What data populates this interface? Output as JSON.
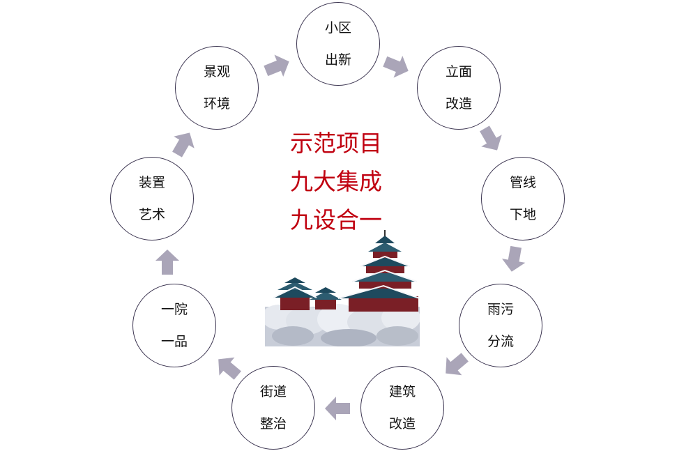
{
  "colors": {
    "circle_border": "#3b3450",
    "arrow_fill": "#aaa5b8",
    "title_red": "#c00010"
  },
  "center_title": [
    "示范项目",
    "九大集成",
    "九设合一"
  ],
  "nodes": [
    {
      "line1": "小区",
      "line2": "出新"
    },
    {
      "line1": "立面",
      "line2": "改造"
    },
    {
      "line1": "管线",
      "line2": "下地"
    },
    {
      "line1": "雨污",
      "line2": "分流"
    },
    {
      "line1": "建筑",
      "line2": "改造"
    },
    {
      "line1": "街道",
      "line2": "整治"
    },
    {
      "line1": "一院",
      "line2": "一品"
    },
    {
      "line1": "装置",
      "line2": "艺术"
    },
    {
      "line1": "景观",
      "line2": "环境"
    }
  ],
  "image": {
    "icon": "pagoda-illustration"
  }
}
